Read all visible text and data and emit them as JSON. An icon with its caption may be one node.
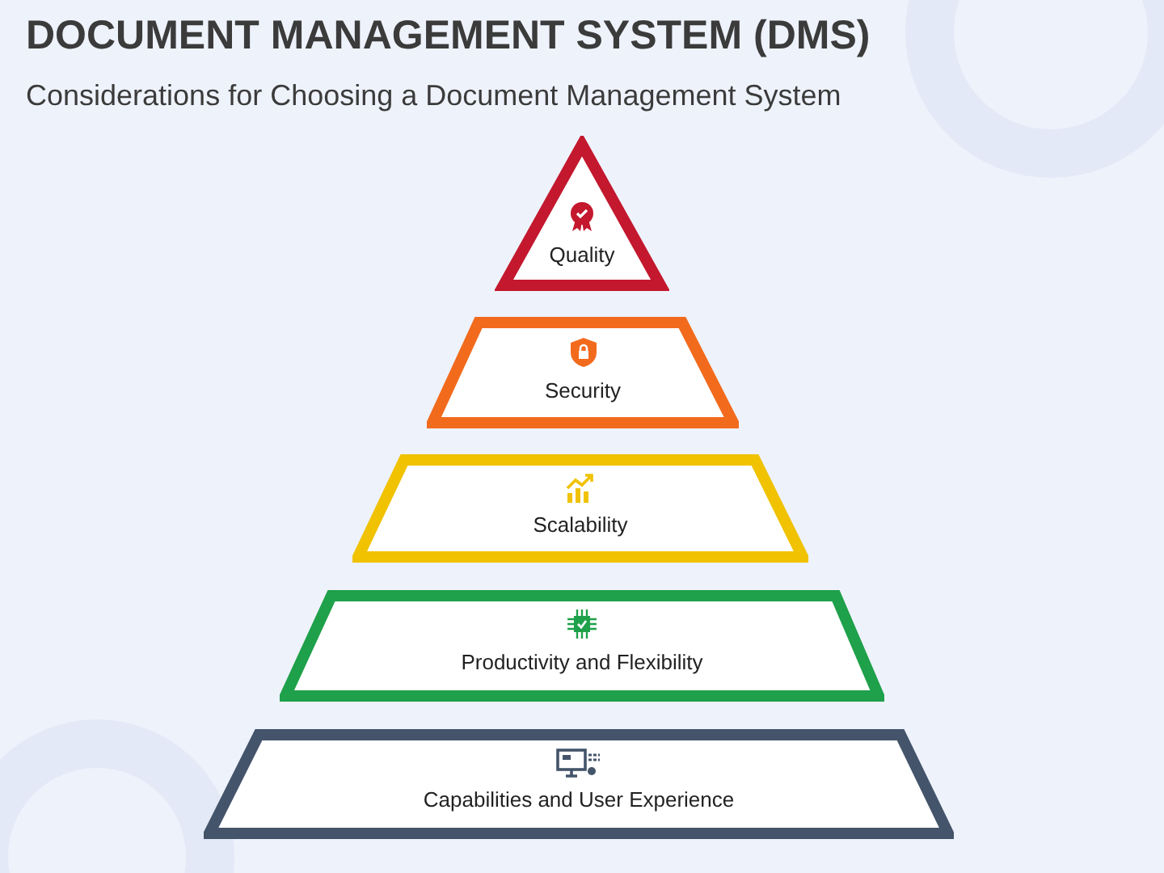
{
  "diagram": {
    "title": "DOCUMENT MANAGEMENT SYSTEM (DMS)",
    "nodes": [
      {
        "text": [
          "Quality"
        ]
      },
      {
        "text": [
          "Security"
        ]
      },
      {
        "text": [
          "Scalability"
        ]
      },
      {
        "text": [
          "Productivity and Flexibility"
        ]
      },
      {
        "text": [
          "Capabilities and User Experience"
        ]
      }
    ],
    "edges": [],
    "labels": [
      "Considerations for Choosing a Document Management System"
    ]
  }
}
